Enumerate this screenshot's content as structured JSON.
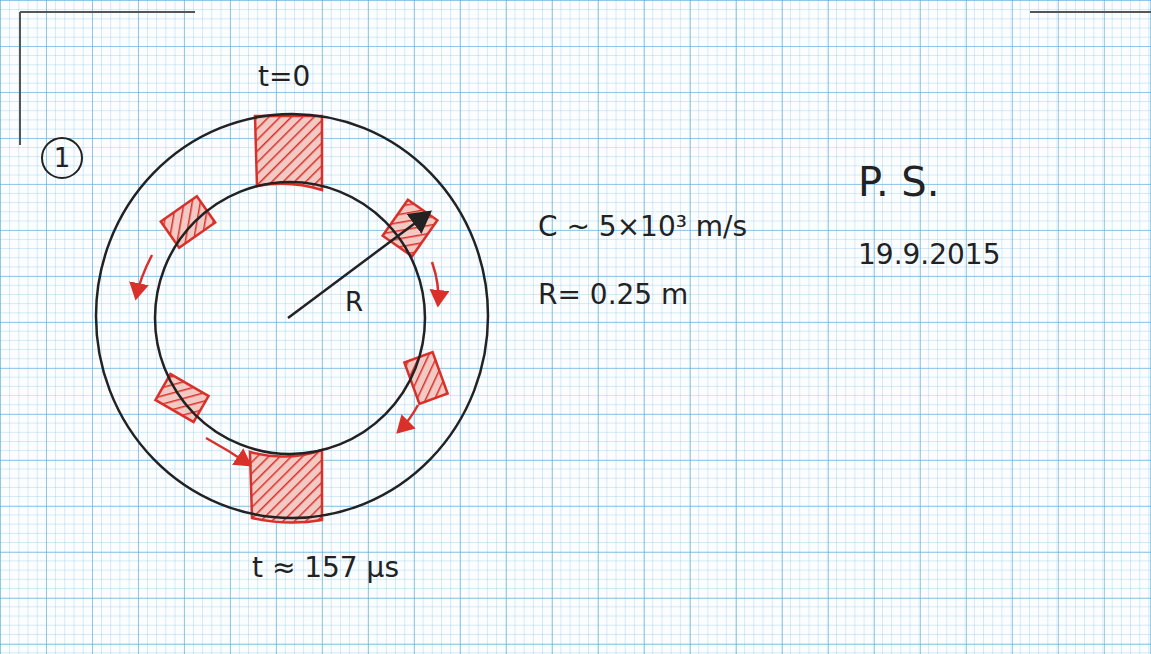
{
  "diagram": {
    "nodes": [
      {
        "text": [
          "1"
        ]
      }
    ],
    "labels": [
      "t=0",
      "R",
      "C ~ 5×10³ m/s",
      "R= 0.25 m",
      "P. S.",
      "19.9.2015",
      "t ≈ 157 μs"
    ]
  }
}
